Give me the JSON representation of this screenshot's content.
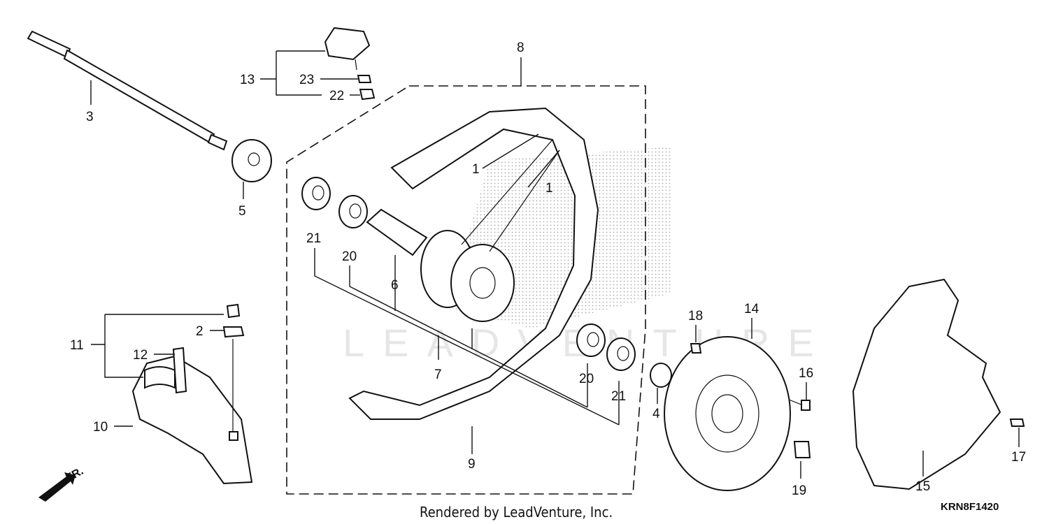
{
  "diagram": {
    "callouts": [
      {
        "id": "c1a",
        "label": "1"
      },
      {
        "id": "c1b",
        "label": "1"
      },
      {
        "id": "c2",
        "label": "2"
      },
      {
        "id": "c3",
        "label": "3"
      },
      {
        "id": "c4",
        "label": "4"
      },
      {
        "id": "c5",
        "label": "5"
      },
      {
        "id": "c6",
        "label": "6"
      },
      {
        "id": "c7",
        "label": "7"
      },
      {
        "id": "c8",
        "label": "8"
      },
      {
        "id": "c9",
        "label": "9"
      },
      {
        "id": "c10",
        "label": "10"
      },
      {
        "id": "c11",
        "label": "11"
      },
      {
        "id": "c12",
        "label": "12"
      },
      {
        "id": "c13",
        "label": "13"
      },
      {
        "id": "c14",
        "label": "14"
      },
      {
        "id": "c15",
        "label": "15"
      },
      {
        "id": "c16",
        "label": "16"
      },
      {
        "id": "c17",
        "label": "17"
      },
      {
        "id": "c18",
        "label": "18"
      },
      {
        "id": "c19",
        "label": "19"
      },
      {
        "id": "c20a",
        "label": "20"
      },
      {
        "id": "c20b",
        "label": "20"
      },
      {
        "id": "c21a",
        "label": "21"
      },
      {
        "id": "c21b",
        "label": "21"
      },
      {
        "id": "c22",
        "label": "22"
      },
      {
        "id": "c23",
        "label": "23"
      }
    ],
    "front_marker": "FR.",
    "watermark": "LEADVENTURE",
    "footer": "Rendered by LeadVenture, Inc.",
    "diagram_code": "KRN8F1420"
  }
}
